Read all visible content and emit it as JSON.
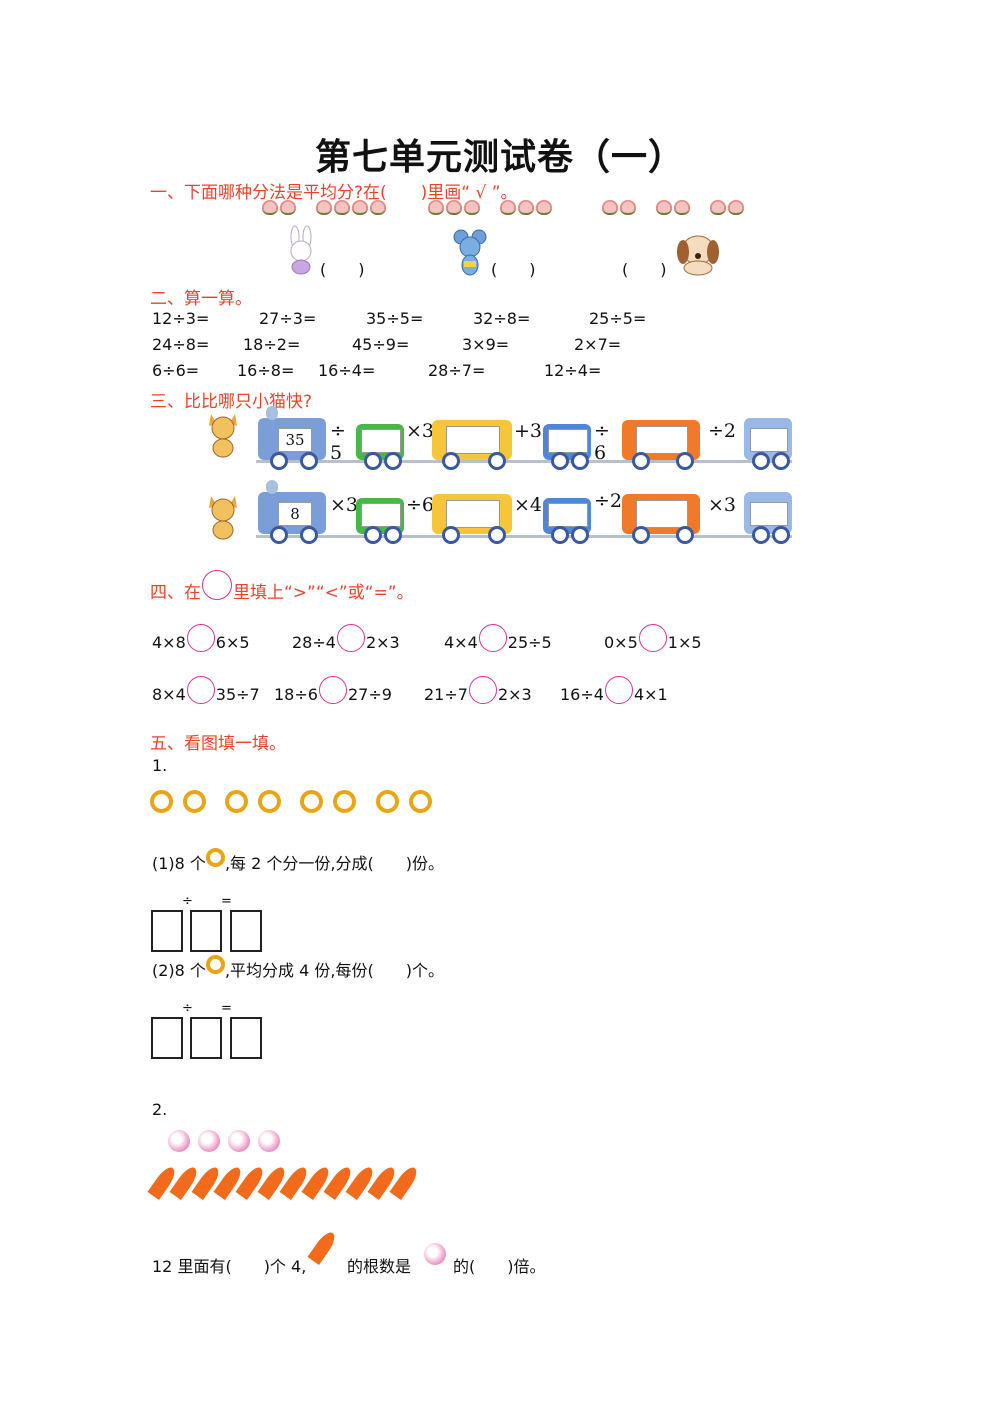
{
  "title": "第七单元测试卷（一）",
  "s1": {
    "heading": "一、下面哪种分法是平均分?在(　　)里画“ √ ”。",
    "animals": [
      "rabbit-icon",
      "mouse-icon",
      "dog-icon"
    ],
    "paren": "(　　)"
  },
  "s2": {
    "heading": "二、算一算。",
    "rows": [
      [
        "12÷3=",
        "27÷3=",
        "35÷5=",
        "32÷8=",
        "25÷5="
      ],
      [
        "24÷8=",
        "18÷2=",
        "45÷9=",
        "3×9=",
        "2×7="
      ],
      [
        "6÷6=",
        "16÷8=",
        "16÷4=",
        "28÷7=",
        "12÷4="
      ]
    ]
  },
  "s3": {
    "heading": "三、比比哪只小猫快?",
    "train1": {
      "start": "35",
      "ops": [
        "÷ 5",
        "×3",
        "+3",
        "÷ 6",
        "÷2"
      ]
    },
    "train2": {
      "start": "8",
      "ops": [
        "×3",
        "÷6",
        "×4",
        "÷2",
        "×3"
      ]
    }
  },
  "s4": {
    "heading_a": "四、在",
    "heading_b": "里填上“>”“<”或“=”。",
    "row1": [
      [
        "4×8",
        "6×5"
      ],
      [
        "28÷4",
        "2×3"
      ],
      [
        "4×4",
        "25÷5"
      ],
      [
        "0×5",
        "1×5"
      ]
    ],
    "row2": [
      [
        "8×4",
        "35÷7"
      ],
      [
        "18÷6",
        "27÷9"
      ],
      [
        "21÷7",
        "2×3"
      ],
      [
        "16÷4",
        "4×1"
      ]
    ]
  },
  "s5": {
    "heading": "五、看图填一填。",
    "q1_label": "1.",
    "q1a_a": "(1)8 个",
    "q1a_b": ",每 2 个分一份,分成(　　)份。",
    "q1b_a": "(2)8 个",
    "q1b_b": ",平均分成 4 份,每份(　　)个。",
    "div": "÷",
    "eq": "=",
    "q2_label": "2.",
    "q2_a": "12 里面有(　　)个 4,",
    "q2_b": "的根数是",
    "q2_c": "的(　　)倍。"
  }
}
